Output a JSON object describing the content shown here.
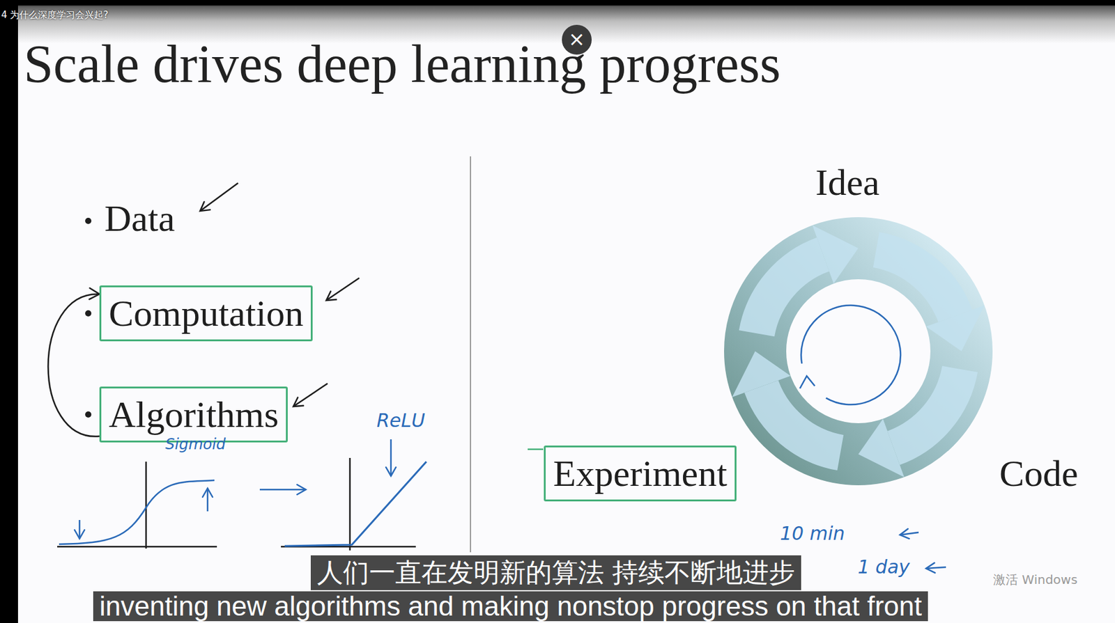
{
  "diagram": {
    "title": "Scale drives deep learning progress",
    "nodes": [
      {
        "text": [
          "Computation"
        ]
      },
      {
        "text": [
          "Algorithms"
        ]
      },
      {
        "text": [
          "Experiment"
        ]
      }
    ],
    "edges": [
      {
        "from": 1,
        "to": 0,
        "arrow": "to"
      }
    ],
    "labels": [
      "4 为什么深度学习会兴起?",
      "×",
      "Data",
      "Sigmoid",
      "ReLU",
      "Idea",
      "Code",
      "10 min",
      "1 day",
      "人们一直在发明新的算法 持续不断地进步",
      "inventing new algorithms and making nonstop progress on that front",
      "激活 Windows"
    ]
  }
}
